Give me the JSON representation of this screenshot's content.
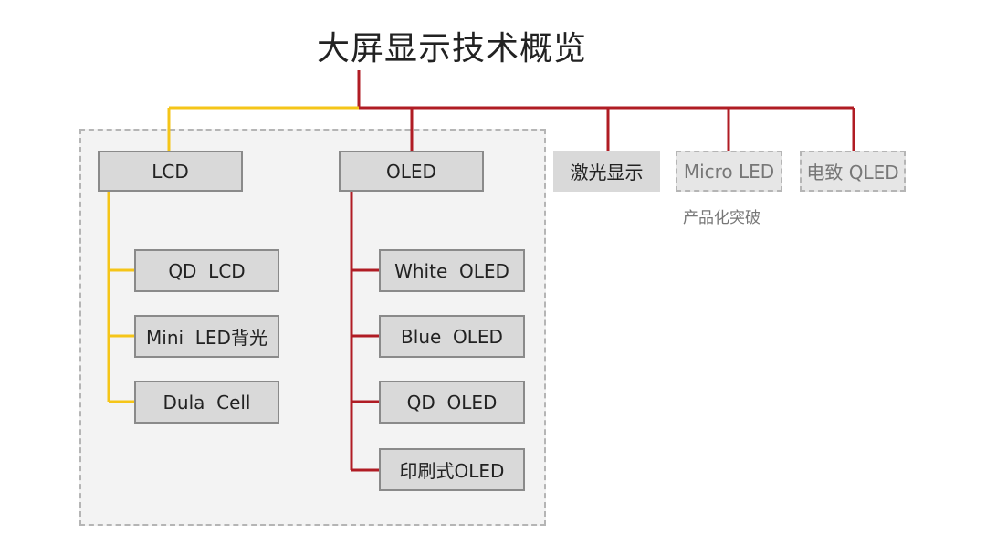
{
  "title": "大屏显示技术概览",
  "colors": {
    "lcd_line": "#f5c518",
    "oled_line": "#b01c24"
  },
  "lcd": {
    "label": "LCD",
    "children": [
      "QD  LCD",
      "Mini  LED背光",
      "Dula  Cell"
    ]
  },
  "oled": {
    "label": "OLED",
    "children": [
      "White  OLED",
      "Blue  OLED",
      "QD  OLED",
      "印刷式OLED"
    ]
  },
  "laser": {
    "label": "激光显示"
  },
  "micro_led": {
    "label": "Micro LED",
    "note": "产品化突破"
  },
  "qled": {
    "label": "电致 QLED"
  }
}
